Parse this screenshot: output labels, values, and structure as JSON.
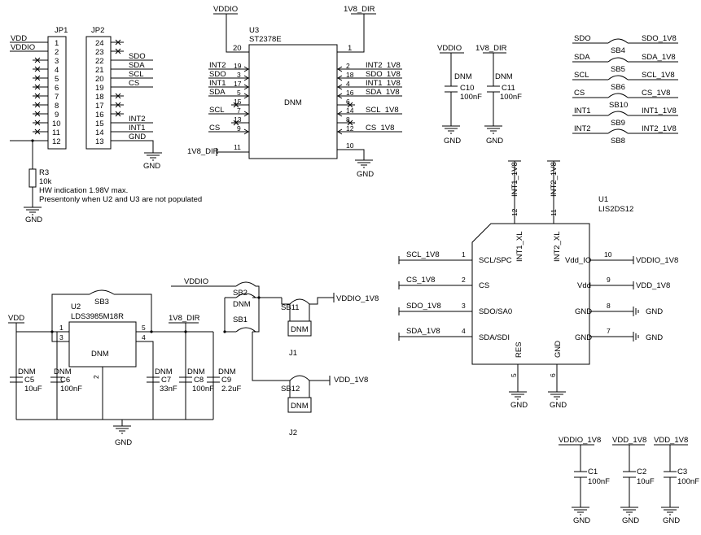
{
  "jp1": {
    "ref": "JP1",
    "nets": [
      "VDD",
      "VDDIO"
    ],
    "pins": [
      "1",
      "2",
      "3",
      "4",
      "5",
      "6",
      "7",
      "8",
      "9",
      "10",
      "11",
      "12"
    ]
  },
  "jp2": {
    "ref": "JP2",
    "pins": [
      "24",
      "23",
      "22",
      "21",
      "20",
      "19",
      "18",
      "17",
      "16",
      "15",
      "14",
      "13"
    ],
    "nets": [
      "SDO",
      "SDA",
      "SCL",
      "CS",
      "INT2",
      "INT1",
      "GND"
    ]
  },
  "r3": {
    "ref": "R3",
    "value": "10k",
    "note1": "HW  indication  1.98V  max.",
    "note2": "Presentonly when U2 and U3 are not populated",
    "gnd": "GND"
  },
  "u3": {
    "ref": "U3",
    "part": "ST2378E",
    "body": "DNM",
    "top_left_net": "VDDIO",
    "top_right_net": "1V8_DIR",
    "pin_top_left": "20",
    "pin_top_right": "1",
    "left_pins": [
      "19",
      "3",
      "17",
      "5",
      "15",
      "7",
      "13",
      "9",
      "11"
    ],
    "left_nets": [
      "INT2",
      "SDO",
      "INT1",
      "SDA",
      "SCL",
      "CS",
      "1V8_DIR"
    ],
    "right_pins": [
      "2",
      "18",
      "4",
      "16",
      "6",
      "14",
      "8",
      "12",
      "10"
    ],
    "right_nets": [
      "INT2_1V8",
      "SDO_1V8",
      "INT1_1V8",
      "SDA_1V8",
      "SCL_1V8",
      "CS_1V8"
    ],
    "gnd": "GND"
  },
  "c10": {
    "net": "VDDIO",
    "dnm": "DNM",
    "ref": "C10",
    "value": "100nF",
    "gnd": "GND"
  },
  "c11": {
    "net": "1V8_DIR",
    "dnm": "DNM",
    "ref": "C11",
    "value": "100nF",
    "gnd": "GND"
  },
  "solder_bridges": [
    {
      "left": "SDO",
      "ref": "SB4",
      "right": "SDO_1V8"
    },
    {
      "left": "SDA",
      "ref": "SB5",
      "right": "SDA_1V8"
    },
    {
      "left": "SCL",
      "ref": "SB6",
      "right": "SCL_1V8"
    },
    {
      "left": "CS",
      "ref": "SB10",
      "right": "CS_1V8"
    },
    {
      "left": "INT1",
      "ref": "SB9",
      "right": "INT1_1V8"
    },
    {
      "left": "INT2",
      "ref": "SB8",
      "right": "INT2_1V8"
    }
  ],
  "u1": {
    "ref": "U1",
    "part": "LIS2DS12",
    "top_pins": [
      {
        "net": "INT1_1V8",
        "pin": "12",
        "label": "INT1_XL"
      },
      {
        "net": "INT2_1V8",
        "pin": "11",
        "label": "INT2_XL"
      }
    ],
    "left_pins": [
      {
        "net": "SCL_1V8",
        "pin": "1",
        "label": "SCL/SPC"
      },
      {
        "net": "CS_1V8",
        "pin": "2",
        "label": "CS"
      },
      {
        "net": "SDO_1V8",
        "pin": "3",
        "label": "SDO/SA0"
      },
      {
        "net": "SDA_1V8",
        "pin": "4",
        "label": "SDA/SDI"
      }
    ],
    "right_pins": [
      {
        "net": "VDDIO_1V8",
        "pin": "10",
        "label": "Vdd_IO"
      },
      {
        "net": "VDD_1V8",
        "pin": "9",
        "label": "Vdd"
      },
      {
        "net": "GND",
        "pin": "8",
        "label": "GND"
      },
      {
        "net": "GND",
        "pin": "7",
        "label": "GND"
      }
    ],
    "bottom_pins": [
      {
        "pin": "5",
        "label": "RES",
        "gnd": "GND"
      },
      {
        "pin": "6",
        "label": "GND",
        "gnd": "GND"
      }
    ]
  },
  "u2": {
    "ref": "U2",
    "part": "LDS3985M18R",
    "body": "DNM",
    "pins": [
      "1",
      "3",
      "2",
      "4",
      "5"
    ],
    "vdd": "VDD",
    "out": "1V8_DIR",
    "sb3": "SB3",
    "gnd": "GND"
  },
  "caps_bottom": [
    {
      "dnm": "DNM",
      "ref": "C5",
      "value": "10uF"
    },
    {
      "dnm": "DNM",
      "ref": "C6",
      "value": "100nF"
    },
    {
      "dnm": "DNM",
      "ref": "C7",
      "value": "33nF"
    },
    {
      "dnm": "DNM",
      "ref": "C8",
      "value": "100nF"
    },
    {
      "dnm": "DNM",
      "ref": "C9",
      "value": "2.2uF"
    }
  ],
  "selector": {
    "vddio": "VDDIO",
    "sb2": "SB2",
    "dnm": "DNM",
    "sb1": "SB1",
    "sb11": "SB11",
    "sb12": "SB12",
    "j1": "J1",
    "j2": "J2",
    "j_dnm": "DNM",
    "out_vddio": "VDDIO_1V8",
    "out_vdd": "VDD_1V8"
  },
  "caps_right": [
    {
      "net": "VDDIO_1V8",
      "ref": "C1",
      "value": "100nF",
      "gnd": "GND"
    },
    {
      "net": "VDD_1V8",
      "ref": "C2",
      "value": "10uF",
      "gnd": "GND"
    },
    {
      "net": "VDD_1V8",
      "ref": "C3",
      "value": "100nF",
      "gnd": "GND"
    }
  ]
}
